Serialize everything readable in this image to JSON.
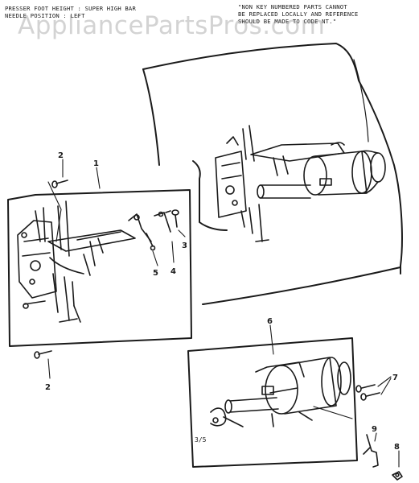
{
  "header": {
    "left_line1": "PRESSER FOOT HEIGHT : SUPER HIGH BAR",
    "left_line2": "NEEDLE POSITION : LEFT",
    "right_line1": "\"NON KEY NUMBERED PARTS CANNOT",
    "right_line2": "BE REPLACED LOCALLY AND REFERENCE",
    "right_line3": "SHOULD BE MADE TO CODE NT.\""
  },
  "watermark": "AppliancePartsPros.com",
  "page_number": "3/5",
  "callouts": {
    "c1": "1",
    "c2_top": "2",
    "c2_bottom": "2",
    "c3": "3",
    "c4": "4",
    "c5": "5",
    "c6": "6",
    "c7": "7",
    "c8": "8",
    "c9": "9"
  }
}
